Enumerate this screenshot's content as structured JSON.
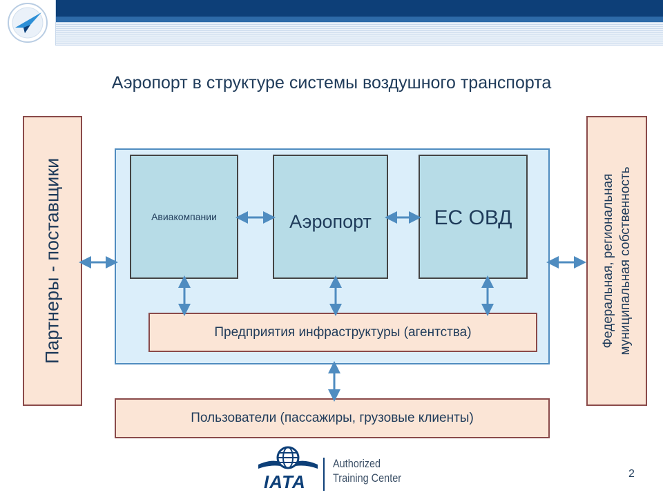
{
  "title": "Аэропорт в структуре системы воздушного транспорта",
  "left_panel": {
    "label": "Партнеры - поставщики"
  },
  "right_panel": {
    "line1": "Федеральная, региональная",
    "line2": "муниципальная собственность"
  },
  "boxes": {
    "airlines": "Авиакомпании",
    "airport": "Аэропорт",
    "ec": "ЕС ОВД"
  },
  "infrastructure": "Предприятия инфраструктуры (агентства)",
  "users": "Пользователи (пассажиры, грузовые клиенты)",
  "footer": {
    "iata": "IATA",
    "atc_line1": "Authorized",
    "atc_line2": "Training Center"
  },
  "page_number": "2",
  "colors": {
    "header_dark": "#0d3f78",
    "box_fill": "#b7dce7",
    "panel_fill": "#fbe5d6",
    "main_fill": "#dbeefa",
    "arrow": "#4f8cc0"
  }
}
